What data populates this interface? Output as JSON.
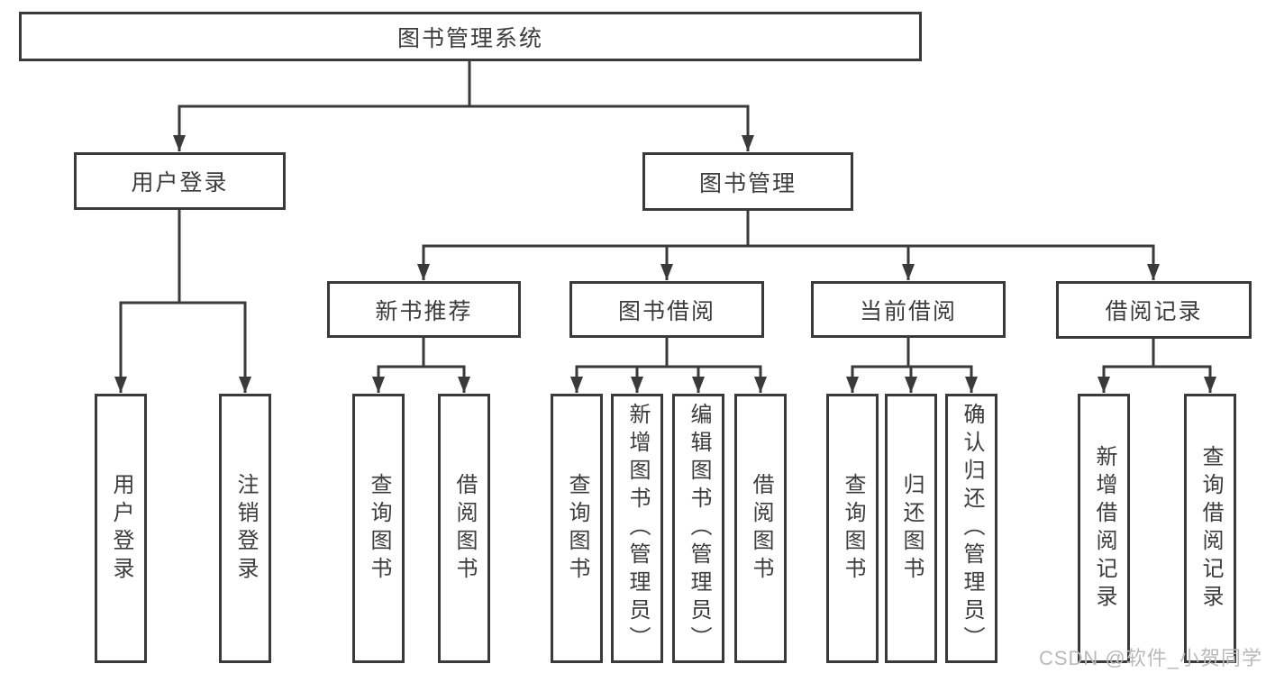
{
  "tree": {
    "label": "图书管理系统",
    "children": [
      {
        "label": "用户登录",
        "children": [
          {
            "label": "用户登录"
          },
          {
            "label": "注销登录"
          }
        ]
      },
      {
        "label": "图书管理",
        "children": [
          {
            "label": "新书推荐",
            "children": [
              {
                "label": "查询图书"
              },
              {
                "label": "借阅图书"
              }
            ]
          },
          {
            "label": "图书借阅",
            "children": [
              {
                "label": "查询图书"
              },
              {
                "label": "新增图书（管理员）"
              },
              {
                "label": "编辑图书（管理员）"
              },
              {
                "label": "借阅图书"
              }
            ]
          },
          {
            "label": "当前借阅",
            "children": [
              {
                "label": "查询图书"
              },
              {
                "label": "归还图书"
              },
              {
                "label": "确认归还（管理员）"
              }
            ]
          },
          {
            "label": "借阅记录",
            "children": [
              {
                "label": "新增借阅记录"
              },
              {
                "label": "查询借阅记录"
              }
            ]
          }
        ]
      }
    ]
  },
  "watermark": {
    "text": "CSDN @软件_小贺同学"
  },
  "colors": {
    "line": "#3a3a3a",
    "box_border": "#3a3a3a",
    "text": "#3c3c3c",
    "watermark_text": "#b9b9b9",
    "background": "#ffffff"
  }
}
